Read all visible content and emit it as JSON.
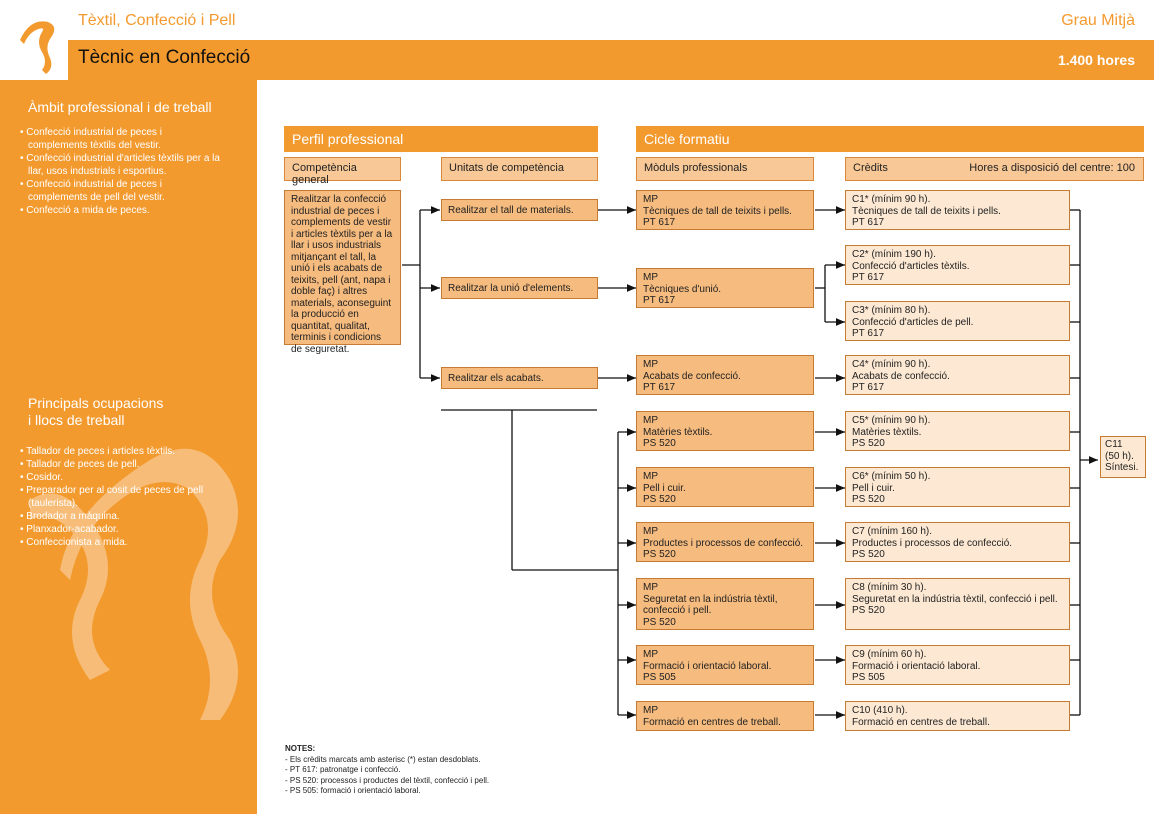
{
  "header": {
    "family": "Tèxtil, Confecció i Pell",
    "level": "Grau Mitjà",
    "title": "Tècnic en Confecció",
    "hours": "1.400 hores"
  },
  "left": {
    "scope_heading": "Àmbit professional i de treball",
    "scope_items": [
      "Confecció industrial de peces i complements tèxtils del vestir.",
      "Confecció industrial d'articles tèxtils per a la llar, usos industrials i esportius.",
      "Confecció industrial de peces i complements de pell del vestir.",
      "Confecció a mida de peces."
    ],
    "jobs_heading_1": "Principals ocupacions",
    "jobs_heading_2": "i llocs de treball",
    "jobs_items": [
      "Tallador de peces i articles tèxtils.",
      "Tallador de peces de pell.",
      "Cosidor.",
      "Preparador per al cosit de peces de pell (taulerista).",
      "Brodador a màquina.",
      "Planxador-acabador.",
      "Confeccionista a mida."
    ]
  },
  "profile": {
    "heading": "Perfil professional",
    "general_label": "Competència general",
    "units_label": "Unitats de competència",
    "general_text": "Realitzar la confecció industrial de peces i complements de vestir i articles tèxtils per a la llar i usos industrials mitjançant el tall, la unió i els acabats de teixits, pell (ant, napa i doble faç) i altres materials, aconseguint la producció en quantitat, qualitat, terminis i condicions de seguretat.",
    "units": [
      "Realitzar el tall de materials.",
      "Realitzar la unió d'elements.",
      "Realitzar els acabats."
    ]
  },
  "cycle": {
    "heading": "Cicle formatiu",
    "modules_label": "Mòduls professionals",
    "credits_label": "Crèdits",
    "centre_hours": "Hores a disposició del centre: 100",
    "modules": [
      {
        "code": "MP",
        "name": "Tècniques de tall de teixits i pells.",
        "ref": "PT 617"
      },
      {
        "code": "MP",
        "name": "Tècniques d'unió.",
        "ref": "PT 617"
      },
      {
        "code": "MP",
        "name": "Acabats de confecció.",
        "ref": "PT 617"
      },
      {
        "code": "MP",
        "name": "Matèries tèxtils.",
        "ref": "PS 520"
      },
      {
        "code": "MP",
        "name": "Pell i cuir.",
        "ref": "PS 520"
      },
      {
        "code": "MP",
        "name": "Productes i processos de confecció.",
        "ref": "PS 520"
      },
      {
        "code": "MP",
        "name": "Seguretat en la indústria tèxtil, confecció i pell.",
        "ref": "PS 520"
      },
      {
        "code": "MP",
        "name": "Formació i orientació laboral.",
        "ref": "PS 505"
      },
      {
        "code": "MP",
        "name": "Formació en centres de treball.",
        "ref": ""
      }
    ],
    "credits": [
      {
        "code": "C1* (mínim 90 h).",
        "name": "Tècniques de tall de teixits i pells.",
        "ref": "PT 617"
      },
      {
        "code": "C2* (mínim 190 h).",
        "name": "Confecció d'articles tèxtils.",
        "ref": "PT 617"
      },
      {
        "code": "C3* (mínim 80 h).",
        "name": "Confecció d'articles de pell.",
        "ref": "PT 617"
      },
      {
        "code": "C4* (mínim 90 h).",
        "name": "Acabats de confecció.",
        "ref": "PT 617"
      },
      {
        "code": "C5* (mínim 90 h).",
        "name": "Matèries tèxtils.",
        "ref": "PS 520"
      },
      {
        "code": "C6* (mínim 50 h).",
        "name": "Pell i cuir.",
        "ref": "PS 520"
      },
      {
        "code": "C7 (mínim 160 h).",
        "name": "Productes i processos de confecció.",
        "ref": "PS 520"
      },
      {
        "code": "C8 (mínim 30 h).",
        "name": "Seguretat en la indústria tèxtil, confecció i pell.",
        "ref": "PS 520"
      },
      {
        "code": "C9 (mínim 60 h).",
        "name": "Formació i orientació laboral.",
        "ref": "PS 505"
      },
      {
        "code": "C10 (410 h).",
        "name": "Formació en centres de treball.",
        "ref": ""
      }
    ],
    "synthesis": {
      "code": "C11",
      "hours": "(50 h).",
      "name": "Síntesi."
    }
  },
  "notes": {
    "heading": "NOTES:",
    "items": [
      "- Els crèdits marcats amb asterisc (*) estan desdoblats.",
      "- PT 617: patronatge i confecció.",
      "- PS 520: processos i productes del tèxtil, confecció i pell.",
      "- PS 505: formació i orientació laboral."
    ]
  },
  "colors": {
    "accent": "#f39a2f",
    "box_dark": "#f6bb7e",
    "box_light": "#fde9d3"
  }
}
